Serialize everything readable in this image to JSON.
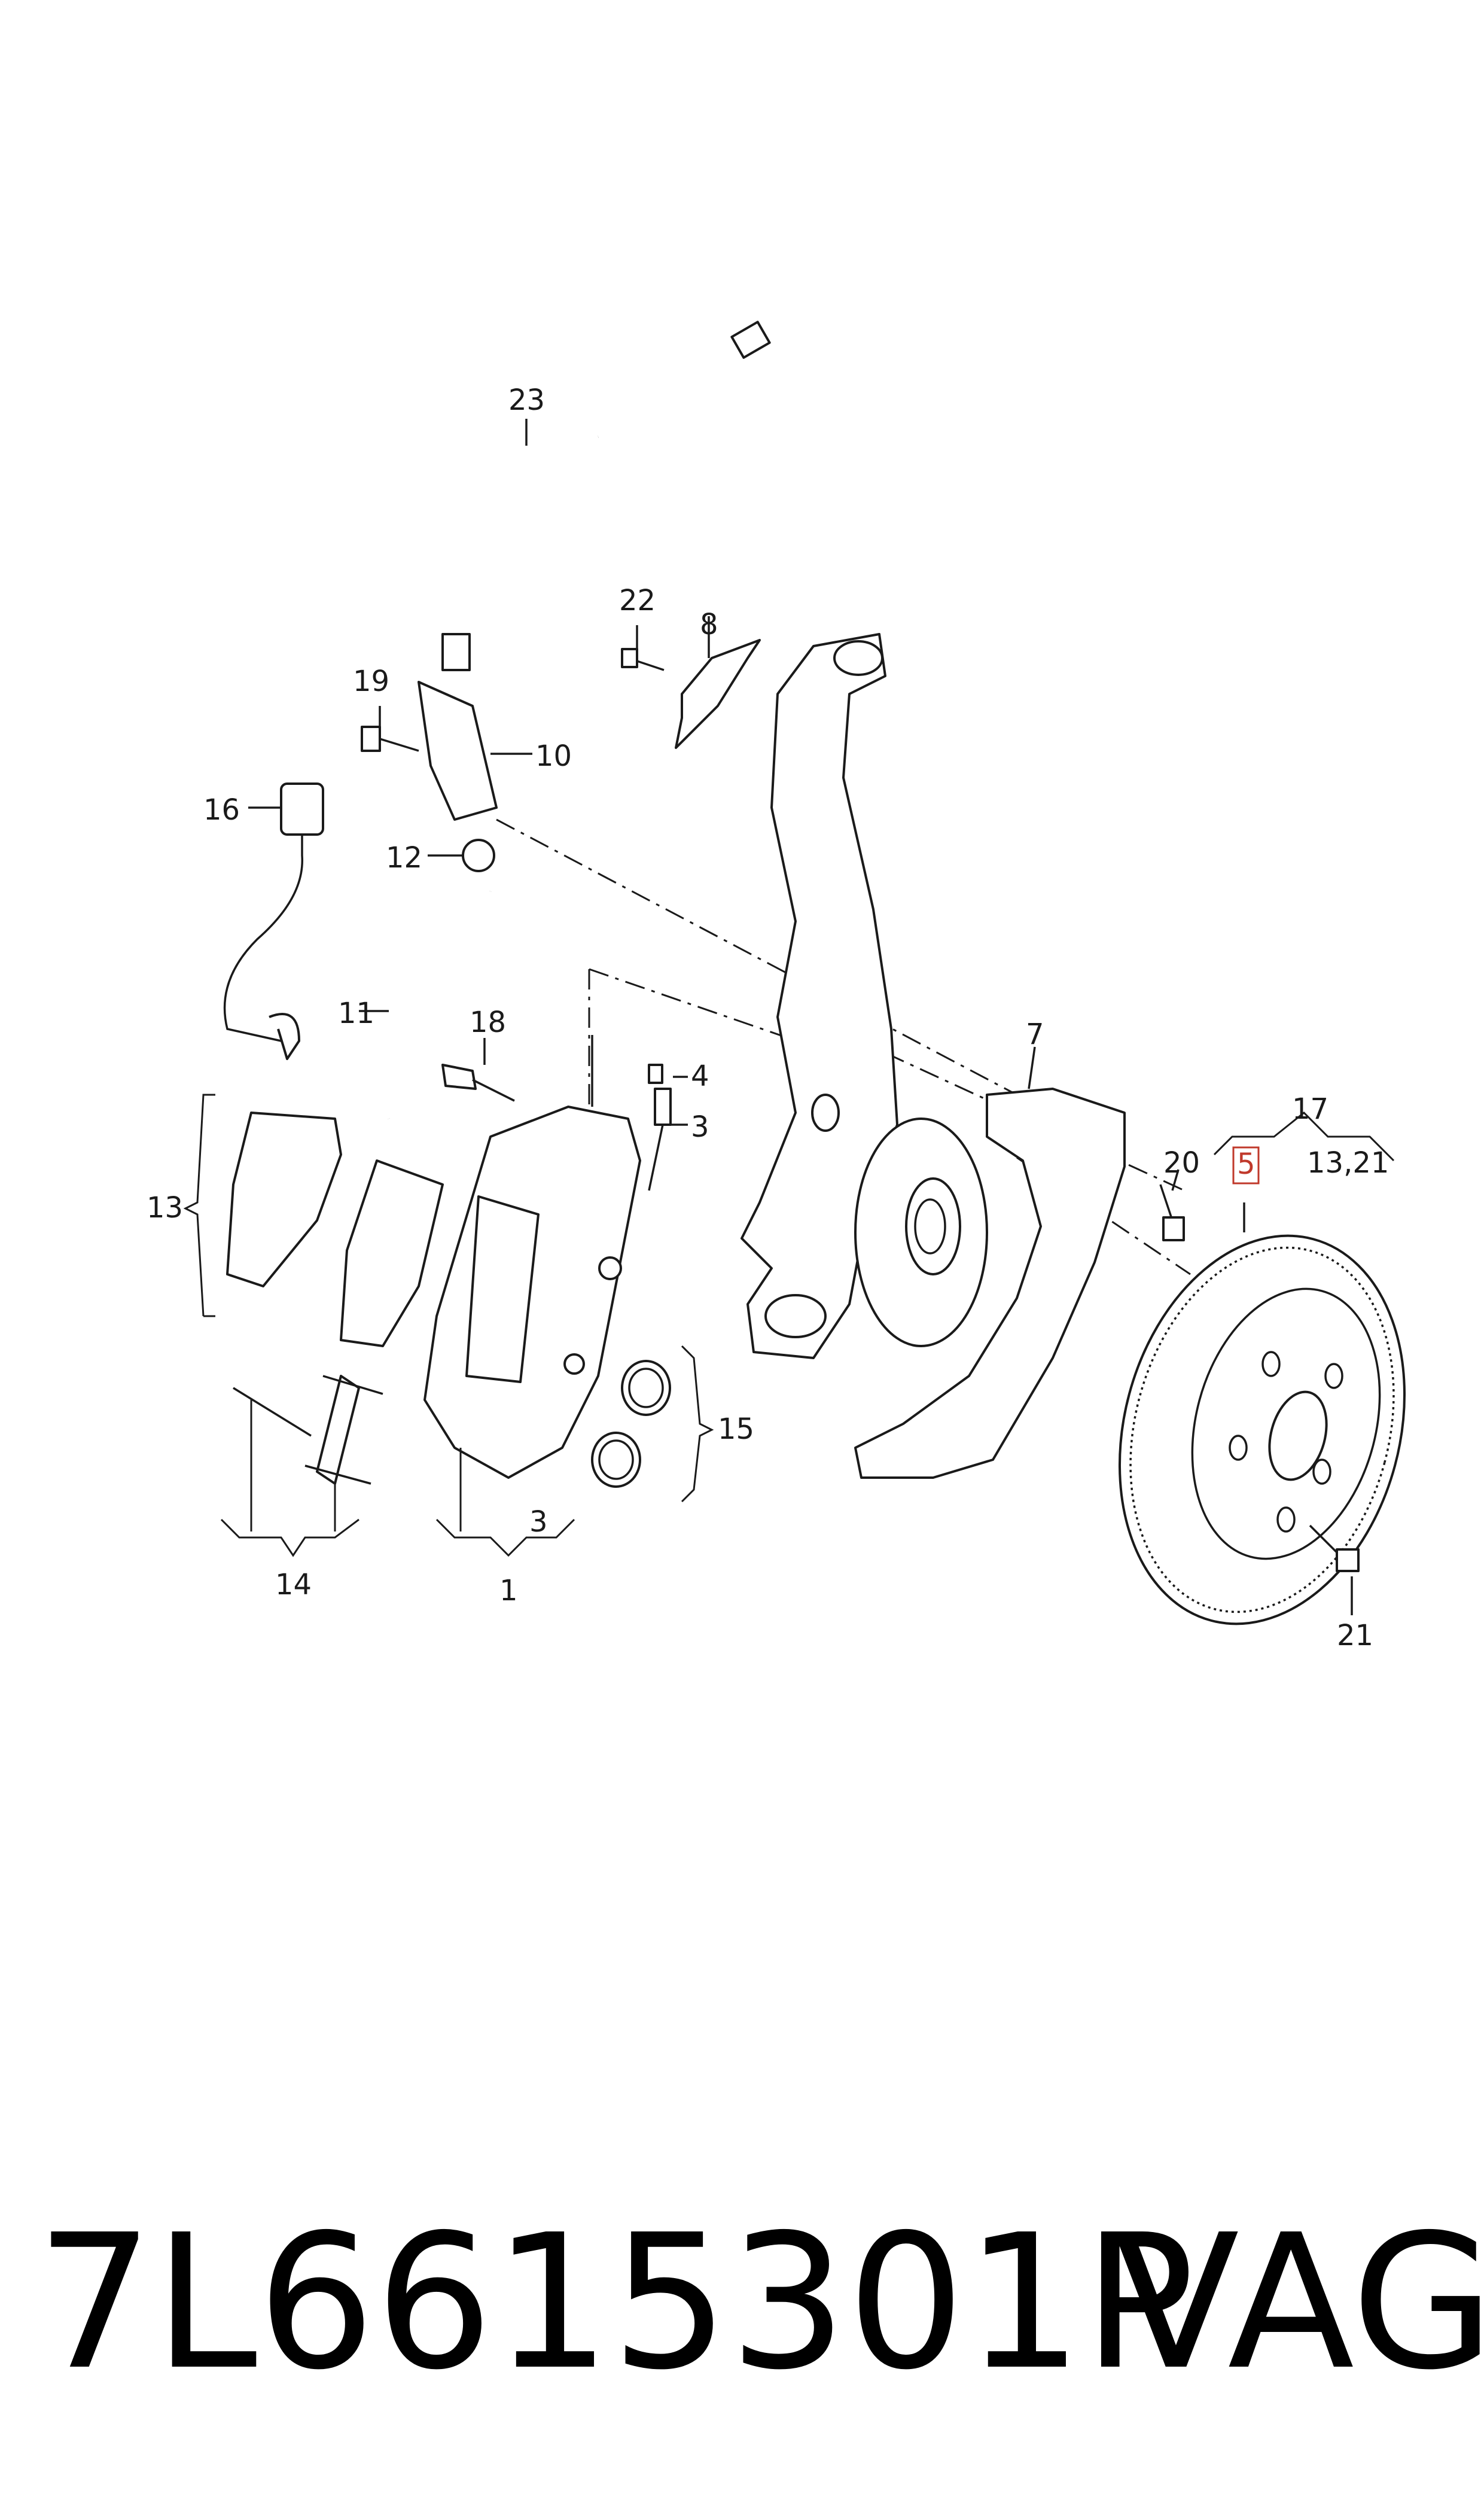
{
  "diagram": {
    "callouts": {
      "c1": "1",
      "c3a": "3",
      "c3b": "3",
      "c4": "4",
      "c5": "5",
      "c7": "7",
      "c8": "8",
      "c10": "10",
      "c11": "11",
      "c12": "12",
      "c13": "13",
      "c14": "14",
      "c15": "15",
      "c16": "16",
      "c17": "17",
      "c17sub": "13,21",
      "c18": "18",
      "c19": "19",
      "c20": "20",
      "c21": "21",
      "c22": "22",
      "c23": "23"
    },
    "highlight_color": "#c0392b"
  },
  "footer": {
    "part_number": "7L6615301P",
    "brand": "VAG"
  }
}
